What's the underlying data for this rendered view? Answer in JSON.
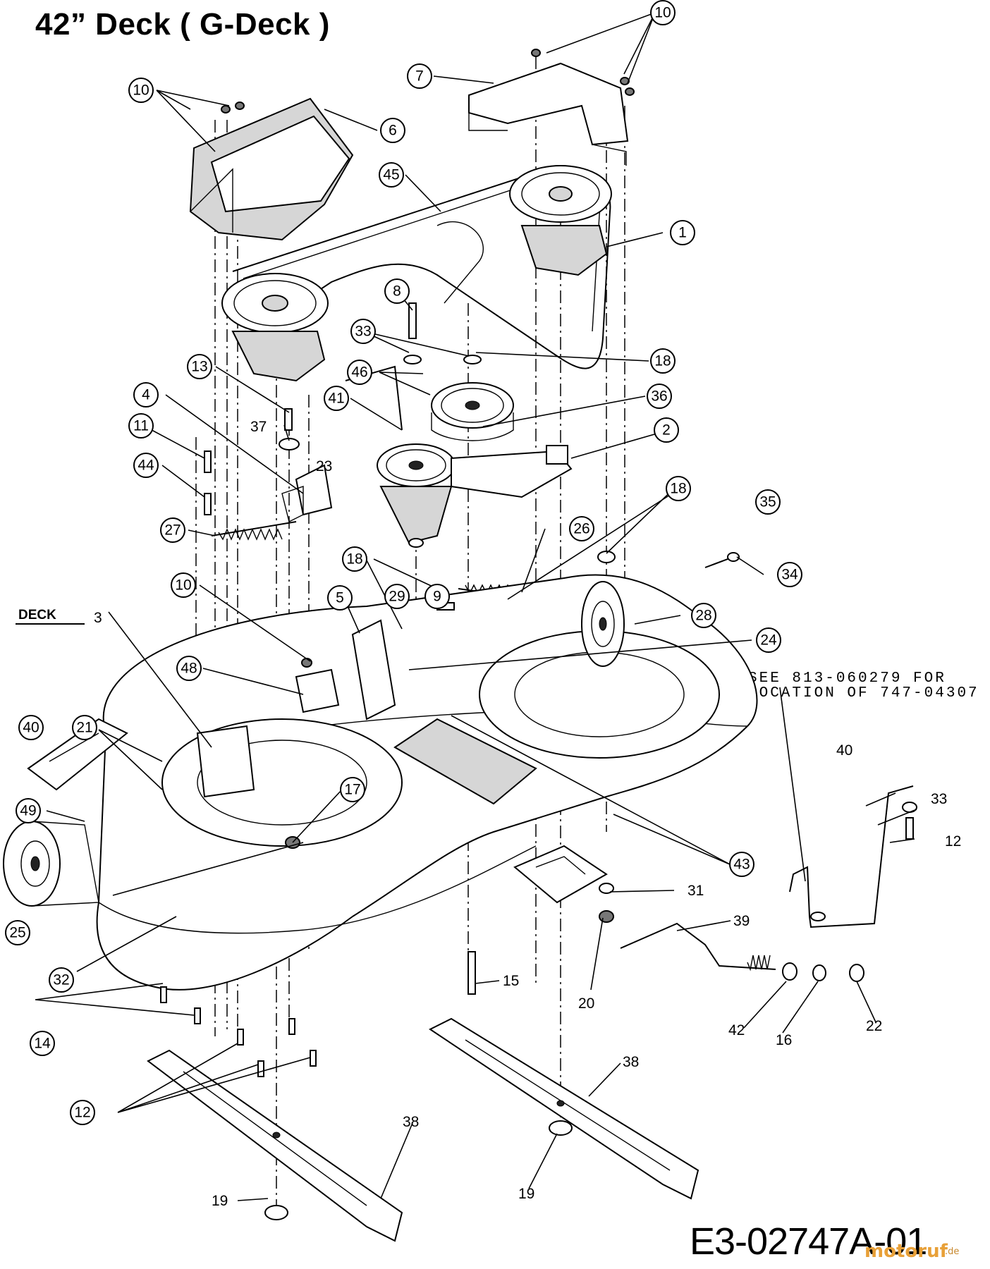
{
  "title": "42” Deck ( G-Deck )",
  "drawing_code": "E3-02747A-01",
  "watermark": {
    "main": "motoruf",
    "suffix": ".de"
  },
  "note": "SEE 813-060279 FOR\nLOCATION OF 747-04307",
  "deck_label": "DECK",
  "callouts": [
    "10",
    "7",
    "6",
    "45",
    "1",
    "8",
    "33",
    "18",
    "46",
    "36",
    "13",
    "4",
    "41",
    "11",
    "37",
    "23",
    "2",
    "44",
    "27",
    "35",
    "34",
    "26",
    "28",
    "5",
    "29",
    "9",
    "24",
    "48",
    "40",
    "21",
    "17",
    "49",
    "25",
    "32",
    "43",
    "31",
    "39",
    "20",
    "15",
    "42",
    "16",
    "22",
    "14",
    "12",
    "38",
    "19",
    "3"
  ]
}
